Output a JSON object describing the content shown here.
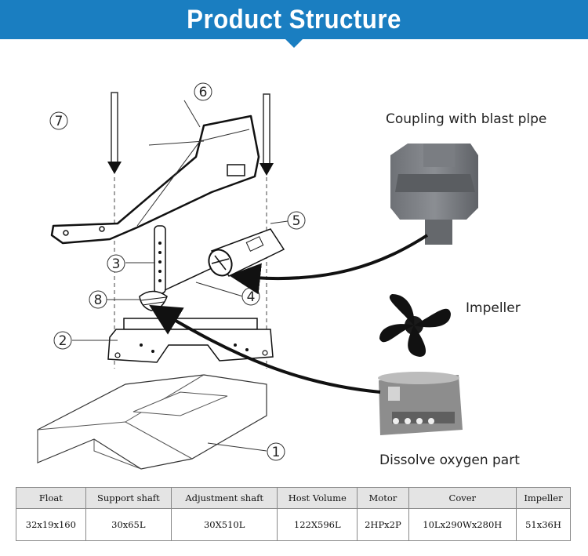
{
  "header": {
    "title": "Product Structure"
  },
  "diagram": {
    "callouts": [
      "1",
      "2",
      "3",
      "4",
      "5",
      "6",
      "7",
      "8"
    ],
    "labels": {
      "coupling": "Coupling with blast plpe",
      "impeller": "Impeller",
      "dissolve": "Dissolve oxygen part"
    }
  },
  "table": {
    "headers": [
      "Float",
      "Support shaft",
      "Adjustment shaft",
      "Host Volume",
      "Motor",
      "Cover",
      "Impeller"
    ],
    "row": [
      "32x19x160",
      "30x65L",
      "30X510L",
      "122X596L",
      "2HPx2P",
      "10Lx290Wx280H",
      "51x36H"
    ]
  },
  "colors": {
    "banner": "#1a7ec1",
    "table_header": "#e4e4e4"
  }
}
